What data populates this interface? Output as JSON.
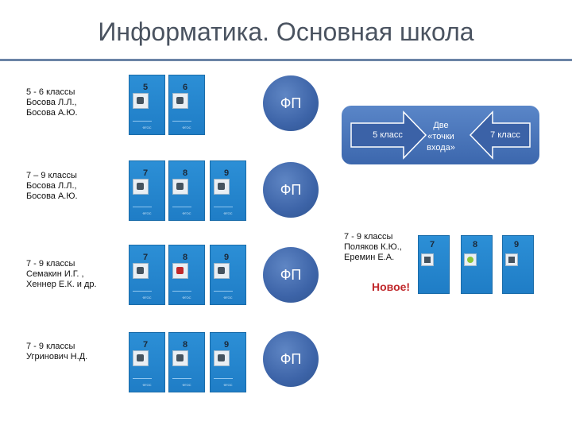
{
  "title": "Информатика. Основная школа",
  "groups": [
    {
      "grade": "5 - 6 классы",
      "authors": [
        "Босова Л.Л.,",
        "Босова А.Ю."
      ],
      "fp": "ФП",
      "books": [
        {
          "num": "5",
          "foot": "ФГОС"
        },
        {
          "num": "6",
          "foot": "ФГОС"
        }
      ]
    },
    {
      "grade": "7 – 9 классы",
      "authors": [
        "Босова Л.Л.,",
        "Босова А.Ю."
      ],
      "fp": "ФП",
      "books": [
        {
          "num": "7",
          "foot": "ФГОС"
        },
        {
          "num": "8",
          "foot": "ФГОС"
        },
        {
          "num": "9",
          "foot": "ФГОС"
        }
      ]
    },
    {
      "grade": "7 - 9 классы",
      "authors": [
        "Семакин И.Г. ,",
        "Хеннер Е.К. и др."
      ],
      "fp": "ФП",
      "books": [
        {
          "num": "7",
          "foot": "ФГОС"
        },
        {
          "num": "8",
          "foot": "ФГОС"
        },
        {
          "num": "9",
          "foot": "ФГОС"
        }
      ]
    },
    {
      "grade": "7 - 9 классы",
      "authors": [
        "Угринович Н.Д."
      ],
      "fp": "ФП",
      "books": [
        {
          "num": "7",
          "foot": "ФГОС"
        },
        {
          "num": "8",
          "foot": "ФГОС"
        },
        {
          "num": "9",
          "foot": "ФГОС"
        }
      ]
    }
  ],
  "entry": {
    "left": "5 класс",
    "center": [
      "Две",
      "«точки",
      "входа»"
    ],
    "right": "7 класс"
  },
  "polyakov": {
    "grade": "7 - 9 классы",
    "authors": [
      "Поляков К.Ю.,",
      "Еремин Е.А."
    ],
    "badge": "Новое!",
    "books": [
      {
        "num": "7"
      },
      {
        "num": "8"
      },
      {
        "num": "9"
      }
    ]
  }
}
